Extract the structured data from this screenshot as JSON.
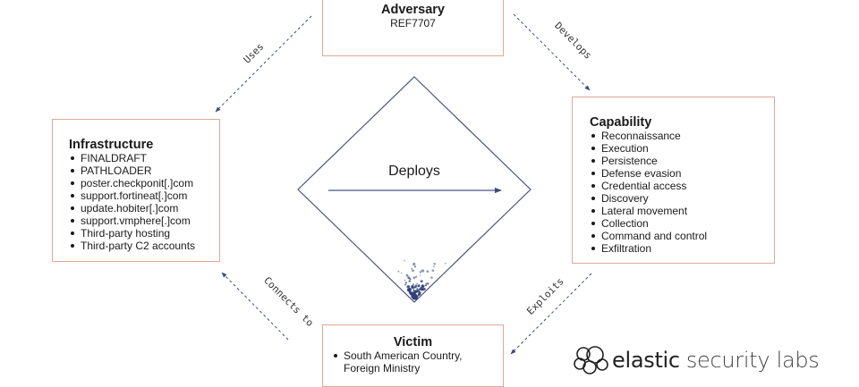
{
  "adversary": {
    "title": "Adversary",
    "subtitle": "REF7707"
  },
  "infrastructure": {
    "title": "Infrastructure",
    "items": [
      "FINALDRAFT",
      "PATHLOADER",
      "poster.checkponit[.]com",
      "support.fortineat[.]com",
      "update.hobiter[.]com",
      "support.vmphere[.]com",
      "Third-party hosting",
      "Third-party C2 accounts"
    ]
  },
  "capability": {
    "title": "Capability",
    "items": [
      "Reconnaissance",
      "Execution",
      "Persistence",
      "Defense evasion",
      "Credential access",
      "Discovery",
      "Lateral movement",
      "Collection",
      "Command and control",
      "Exfiltration"
    ]
  },
  "victim": {
    "title": "Victim",
    "items": [
      "South American Country, Foreign Ministry"
    ]
  },
  "edges": {
    "uses": "Uses",
    "develops": "Develops",
    "connects_to": "Connects to",
    "exploits": "Exploits",
    "deploys": "Deploys"
  },
  "brand": {
    "strong": "elastic",
    "light": "security labs"
  },
  "colors": {
    "box_border": "#e0a994",
    "arrow": "#3d4a7a",
    "diamond": "#3d4a7a"
  }
}
